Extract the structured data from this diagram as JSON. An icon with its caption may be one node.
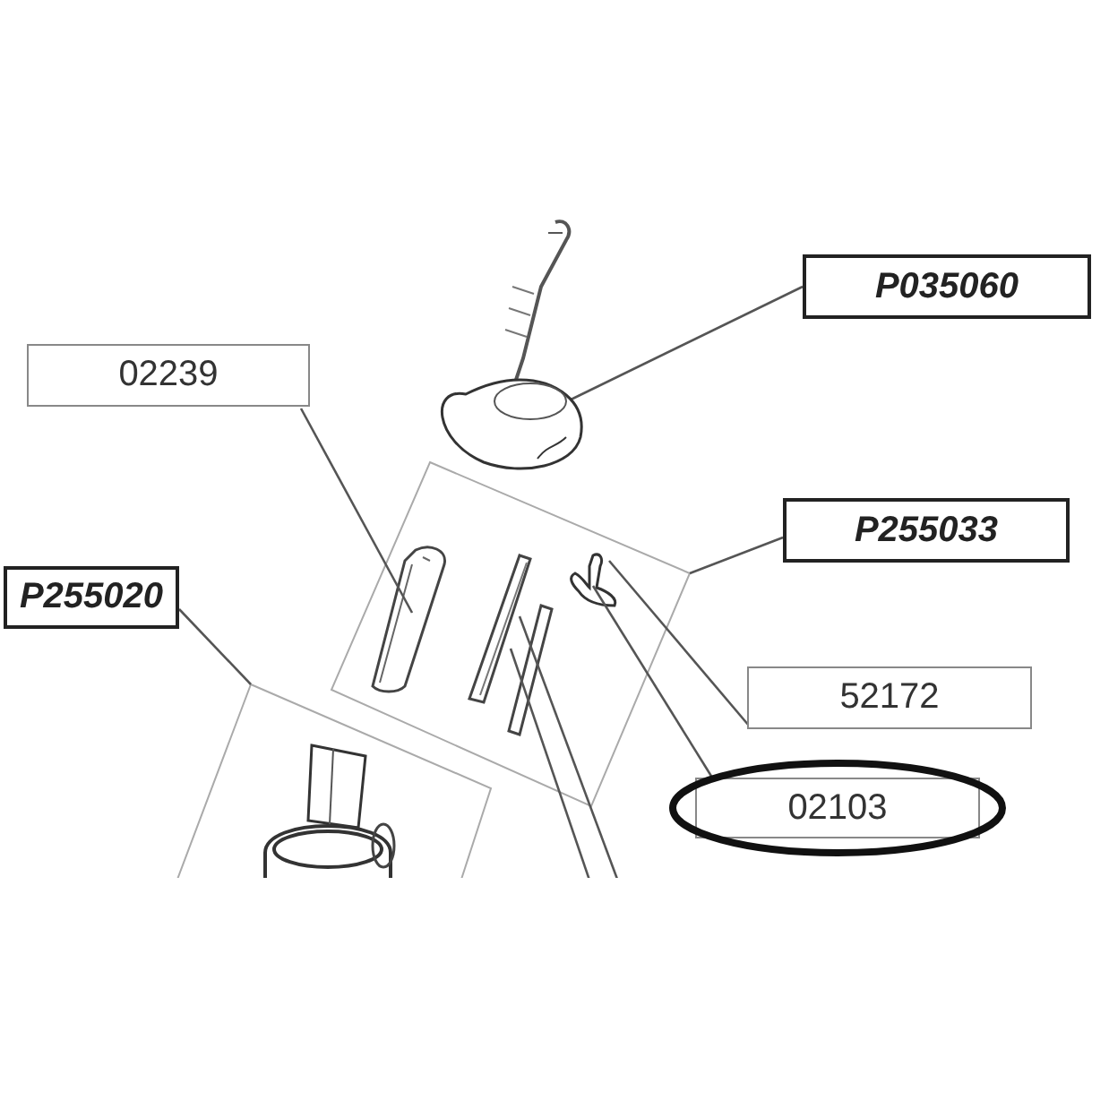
{
  "diagram": {
    "nodes": [
      {
        "text": [
          "P035060"
        ]
      },
      {
        "text": [
          "02239"
        ]
      },
      {
        "text": [
          "P255033"
        ]
      },
      {
        "text": [
          "P255020"
        ]
      },
      {
        "text": [
          "52172"
        ]
      },
      {
        "text": [
          "02103"
        ]
      },
      {
        "text": [],
        "shape": "picture"
      },
      {
        "text": [],
        "shape": "box"
      },
      {
        "text": [],
        "shape": "picture",
        "in": 7
      },
      {
        "text": [],
        "shape": "picture",
        "in": 7
      },
      {
        "text": [],
        "shape": "picture",
        "in": 7
      },
      {
        "text": [],
        "shape": "box"
      },
      {
        "text": [],
        "shape": "picture",
        "in": 11
      }
    ],
    "edges": [
      {
        "from": 0,
        "to": 6,
        "arrow": "none"
      },
      {
        "from": 1,
        "to": 8,
        "arrow": "none"
      },
      {
        "from": 2,
        "to": 7,
        "arrow": "none"
      },
      {
        "from": 3,
        "to": 11,
        "arrow": "none"
      },
      {
        "from": 4,
        "to": 10,
        "arrow": "none"
      },
      {
        "from": 5,
        "to": 10,
        "arrow": "none"
      },
      {
        "from": 9,
        "to": null,
        "arrow": "none"
      },
      {
        "from": 9,
        "to": null,
        "arrow": "none"
      }
    ]
  }
}
